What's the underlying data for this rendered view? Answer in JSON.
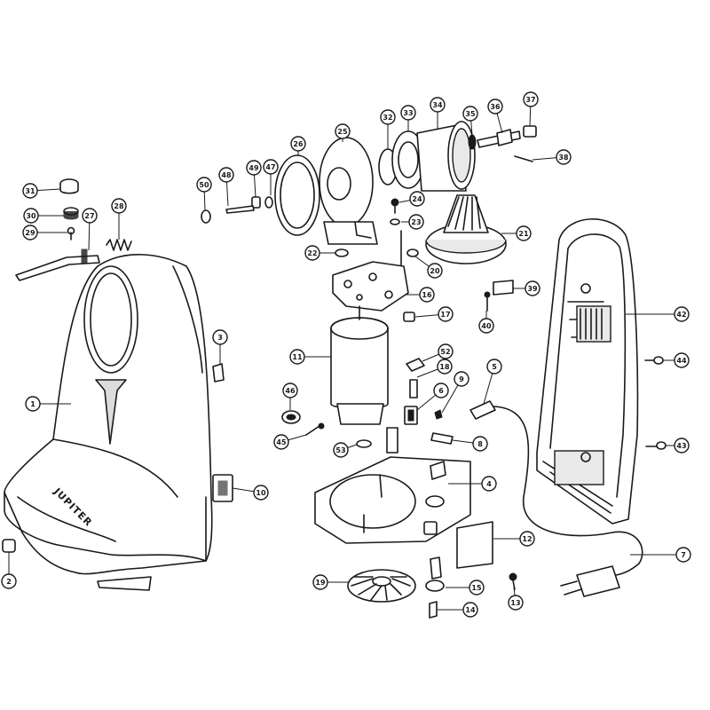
{
  "brand_label": "JUPITER",
  "callouts": [
    "1",
    "2",
    "3",
    "4",
    "5",
    "6",
    "7",
    "8",
    "9",
    "10",
    "11",
    "12",
    "13",
    "14",
    "15",
    "16",
    "17",
    "18",
    "19",
    "20",
    "21",
    "22",
    "23",
    "24",
    "25",
    "26",
    "27",
    "28",
    "29",
    "30",
    "31",
    "32",
    "33",
    "34",
    "35",
    "36",
    "37",
    "38",
    "39",
    "40",
    "42",
    "43",
    "44",
    "45",
    "46",
    "47",
    "48",
    "49",
    "50",
    "52",
    "53"
  ]
}
